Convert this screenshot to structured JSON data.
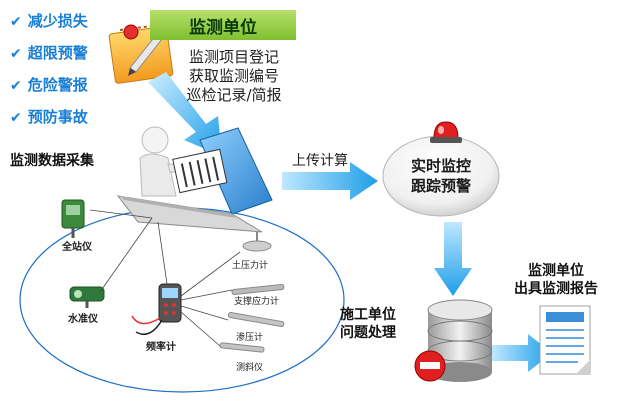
{
  "benefits": [
    "减少损失",
    "超限预警",
    "危险警报",
    "预防事故"
  ],
  "monitor_unit": {
    "title": "监测单位",
    "lines": [
      "监测项目登记",
      "获取监测编号",
      "巡检记录/简报"
    ]
  },
  "collection_title": "监测数据采集",
  "upload_label": "上传计算",
  "realtime_label": [
    "实时监控",
    "跟踪预警"
  ],
  "instruments": {
    "total_station": "全站仪",
    "level": "水准仪",
    "frequency_meter": "频率计",
    "earth_pressure": "土压力计",
    "support_stress": "支撑应力计",
    "piezometer": "渗压计",
    "inclinometer": "测斜仪"
  },
  "construction_label": [
    "施工单位",
    "问题处理"
  ],
  "report_label": [
    "监测单位",
    "出具监测报告"
  ],
  "colors": {
    "accent_blue": "#1a7fd6",
    "arrow_blue": "#29a9f0",
    "unit_green": "#8cc63f",
    "alert_red": "#e02020"
  }
}
